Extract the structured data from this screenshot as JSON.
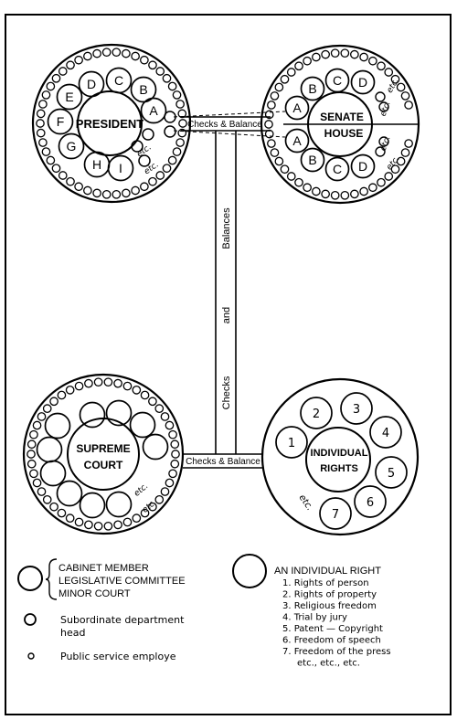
{
  "diagram": {
    "president": {
      "center_label": "PRESIDENT",
      "cabinet_members": [
        "A",
        "B",
        "C",
        "D",
        "E",
        "F",
        "G",
        "H",
        "I"
      ],
      "etc": [
        "etc.",
        "etc."
      ]
    },
    "congress": {
      "senate_label": "SENATE",
      "house_label": "HOUSE",
      "senate_committees": [
        "A",
        "B",
        "C",
        "D"
      ],
      "house_committees": [
        "A",
        "B",
        "C",
        "D"
      ],
      "etc": [
        "etc.",
        "etc.",
        "etc.",
        "etc."
      ]
    },
    "supreme_court": {
      "line1": "SUPREME",
      "line2": "COURT",
      "etc": [
        "etc.",
        "etc."
      ]
    },
    "individual_rights": {
      "line1": "INDIVIDUAL",
      "line2": "RIGHTS",
      "numbers": [
        "1",
        "2",
        "3",
        "4",
        "5",
        "6",
        "7"
      ],
      "etc": "etc."
    },
    "connectors": {
      "top": "Checks & Balance",
      "bottom": "Checks & Balance",
      "vertical_left": "Checks",
      "vertical_mid": "and",
      "vertical_right": "Balances"
    }
  },
  "legend": {
    "large_lines": [
      "CABINET MEMBER",
      "LEGISLATIVE COMMITTEE",
      "MINOR COURT"
    ],
    "medium_lines": [
      "Subordinate department",
      "head"
    ],
    "small": "Public service employe",
    "right_title": "AN INDIVIDUAL RIGHT",
    "rights": [
      "1. Rights of person",
      "2. Rights of property",
      "3. Religious freedom",
      "4. Trial by jury",
      "5. Patent — Copyright",
      "6. Freedom of speech",
      "7. Freedom of the press",
      "etc., etc., etc."
    ]
  }
}
